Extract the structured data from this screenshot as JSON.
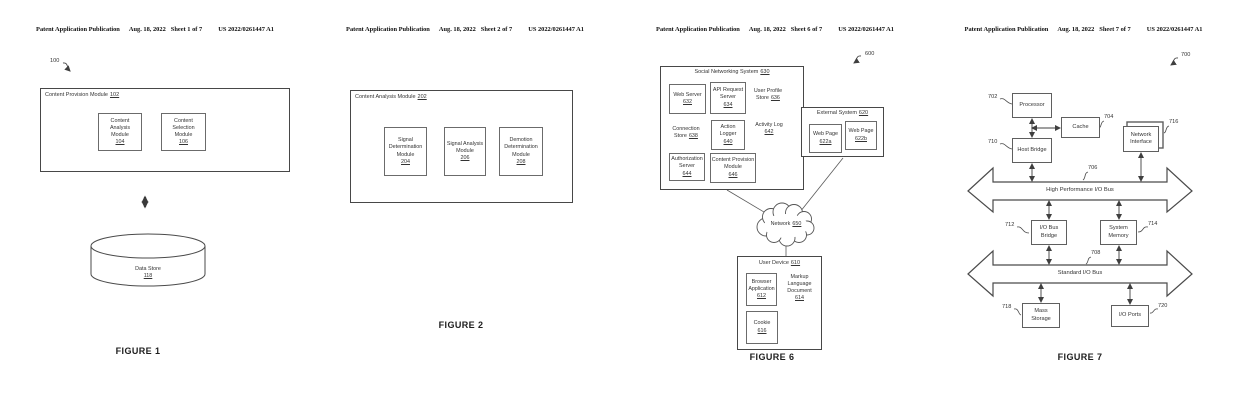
{
  "document": {
    "publication": "Patent Application Publication",
    "date": "Aug. 18, 2022",
    "number": "US 2022/0261447 A1",
    "sheets": [
      "Sheet 1 of 7",
      "Sheet 2 of 7",
      "Sheet 6 of 7",
      "Sheet 7 of 7"
    ]
  },
  "colors": {
    "ink": "#4a4a4a",
    "paper": "#ffffff"
  },
  "fig1": {
    "ref": "100",
    "container": {
      "label": "Content Provision Module",
      "num": "102"
    },
    "boxes": [
      {
        "label": "Content\nAnalysis\nModule",
        "num": "104"
      },
      {
        "label": "Content\nSelection\nModule",
        "num": "106"
      }
    ],
    "datastore": {
      "label": "Data Store",
      "num": "118"
    },
    "caption": "FIGURE 1"
  },
  "fig2": {
    "container": {
      "label": "Content Analysis Module",
      "num": "202"
    },
    "boxes": [
      {
        "label": "Signal\nDetermination\nModule",
        "num": "204"
      },
      {
        "label": "Signal Analysis\nModule",
        "num": "206"
      },
      {
        "label": "Demotion\nDetermination\nModule",
        "num": "208"
      }
    ],
    "caption": "FIGURE 2"
  },
  "fig6": {
    "ref": "600",
    "sns": {
      "label": "Social Networking System",
      "num": "630",
      "web_server": {
        "label": "Web Server",
        "num": "632"
      },
      "api_server": {
        "label": "API Request\nServer",
        "num": "634"
      },
      "user_profile_store": {
        "label": "User Profile\nStore",
        "num": "636"
      },
      "connection_store": {
        "label": "Connection\nStore",
        "num": "638"
      },
      "action_logger": {
        "label": "Action\nLogger",
        "num": "640"
      },
      "activity_log": {
        "label": "Activity Log",
        "num": "642"
      },
      "authorization_server": {
        "label": "Authorization\nServer",
        "num": "644"
      },
      "content_provision": {
        "label": "Content Provision\nModule",
        "num": "646"
      }
    },
    "external": {
      "label": "External System",
      "num": "620",
      "web_page_a": {
        "label": "Web Page",
        "num": "622a"
      },
      "web_page_b": {
        "label": "Web Page",
        "num": "622b"
      }
    },
    "network": {
      "label": "Network",
      "num": "650"
    },
    "user_device": {
      "label": "User Device",
      "num": "610",
      "browser": {
        "label": "Browser\nApplication",
        "num": "612"
      },
      "markup": {
        "label": "Markup\nLanguage\nDocument",
        "num": "614"
      },
      "cookie": {
        "label": "Cookie",
        "num": "616"
      }
    },
    "caption": "FIGURE 6"
  },
  "fig7": {
    "ref": "700",
    "processor": {
      "label": "Processor",
      "ref": "702"
    },
    "cache": {
      "label": "Cache",
      "ref": "704"
    },
    "network_interface": {
      "label": "Network\nInterface",
      "ref": "716"
    },
    "host_bridge": {
      "label": "Host Bridge",
      "ref": "710"
    },
    "hp_bus": {
      "label": "High Performance I/O Bus",
      "ref": "706"
    },
    "io_bus_bridge": {
      "label": "I/O Bus\nBridge",
      "ref": "712"
    },
    "system_memory": {
      "label": "System\nMemory",
      "ref": "714"
    },
    "std_bus": {
      "label": "Standard I/O Bus",
      "ref": "708"
    },
    "mass_storage": {
      "label": "Mass\nStorage",
      "ref": "718"
    },
    "io_ports": {
      "label": "I/O Ports",
      "ref": "720"
    },
    "caption": "FIGURE 7"
  }
}
